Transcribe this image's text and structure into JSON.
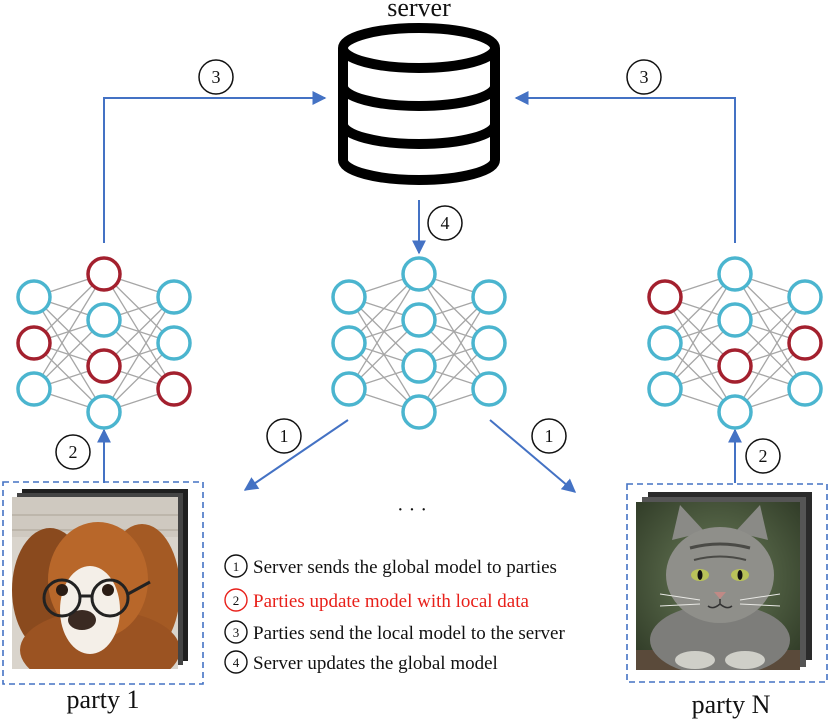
{
  "server_label": "server",
  "ellipsis": "· · ·",
  "parties": {
    "left": {
      "label": "party 1",
      "image": "dog-with-glasses-photo"
    },
    "right": {
      "label": "party N",
      "image": "tabby-cat-photo"
    }
  },
  "steps": {
    "upload_left": "3",
    "upload_right": "3",
    "update_global": "4",
    "send_left": "1",
    "send_right": "1",
    "train_left": "2",
    "train_right": "2"
  },
  "legend": [
    {
      "num": "1",
      "text": "Server sends the global model to parties",
      "color": "#111111"
    },
    {
      "num": "2",
      "text": "Parties update model with local data",
      "color": "#e8201a"
    },
    {
      "num": "3",
      "text": "Parties send the local model to the server",
      "color": "#111111"
    },
    {
      "num": "4",
      "text": "Server updates the global model",
      "color": "#111111"
    }
  ],
  "colors": {
    "node_stroke": "#4bb5cf",
    "updated_node_stroke": "#a3202e",
    "arrow": "#4472c4",
    "dashed_box": "#4472c4",
    "highlight": "#e8201a"
  }
}
